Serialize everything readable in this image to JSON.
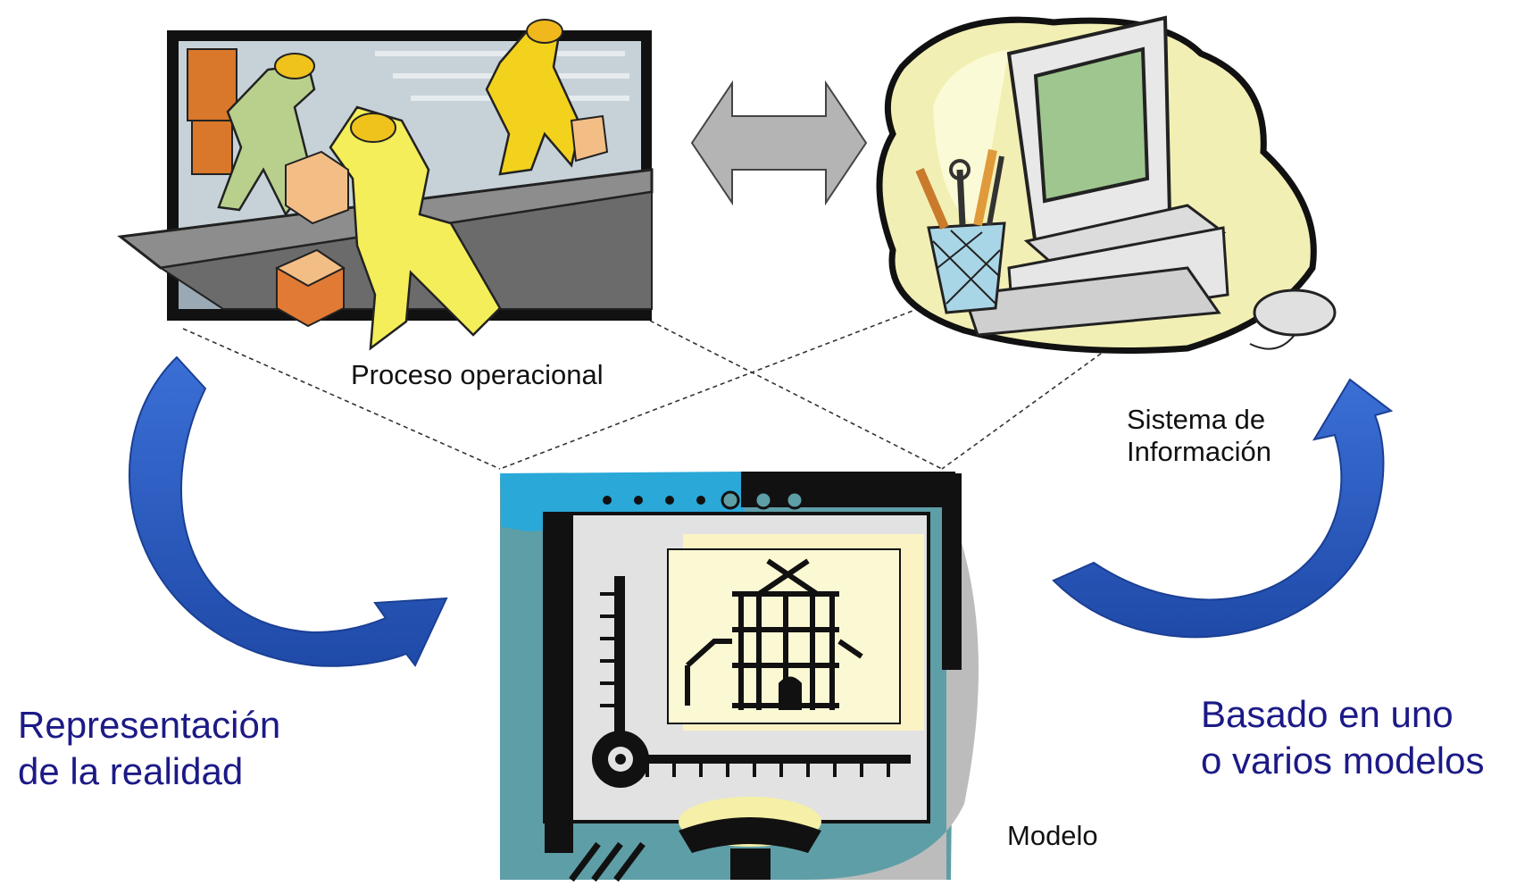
{
  "labels": {
    "process": "Proceso operacional",
    "information_system": "Sistema de\nInformación",
    "model": "Modelo",
    "representation": "Representación\nde la realidad",
    "based_on_models": "Basado en uno\no varios modelos"
  },
  "icons": {
    "process": "workers-conveyor-belt-icon",
    "information_system": "desktop-computer-icon",
    "model": "drafting-board-blueprint-icon",
    "exchange": "double-headed-arrow-icon",
    "curve_left": "curved-arrow-icon",
    "curve_right": "curved-arrow-icon"
  },
  "colors": {
    "blue_arrow": "#2f5fc8",
    "blue_text": "#1c1a86",
    "gray_arrow": "#b4b4b4",
    "computer_blob": "#f2efb4",
    "workers_yellow": "#f3ee5a",
    "board_teal": "#5e9ea6",
    "board_cyan": "#2aa8d8"
  }
}
